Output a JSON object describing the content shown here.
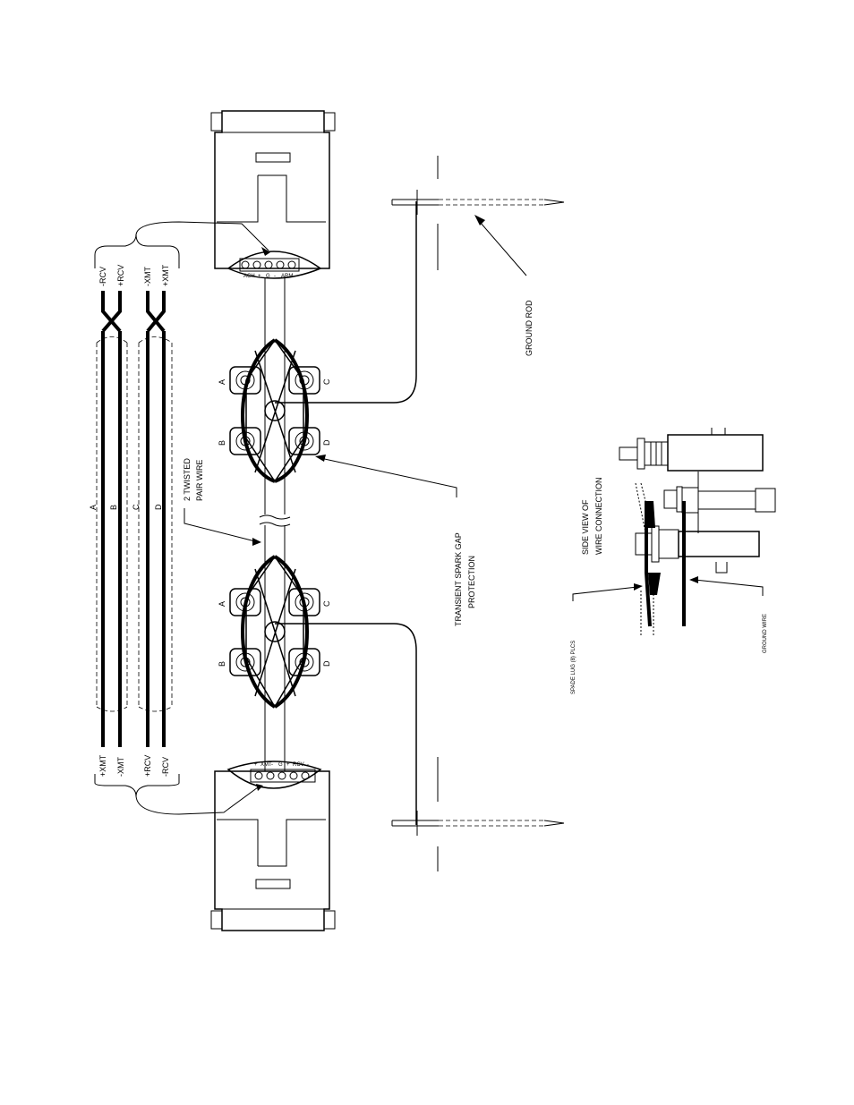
{
  "cable": {
    "label": "2 TWISTED PAIR WIRE",
    "pair_letters": [
      "A",
      "B",
      "C",
      "D"
    ],
    "top_terminals": [
      "-RCV",
      "+RCV",
      "-XMT",
      "+XMT"
    ],
    "bottom_terminals": [
      "+XMT",
      "-XMT",
      "+RCV",
      "-RCV"
    ]
  },
  "units": {
    "top_strip": [
      "ACH",
      "+",
      "G",
      "-",
      "ARM"
    ],
    "bottom_strip": [
      "+",
      "XMT",
      "-",
      "G",
      "+",
      "RCV",
      "-"
    ]
  },
  "protectors": {
    "post_labels": [
      "A",
      "B",
      "C",
      "D"
    ],
    "callout": "TRANSIENT SPARK GAP PROTECTION"
  },
  "ground_rod": {
    "label": "GROUND ROD"
  },
  "side_view": {
    "title": "SIDE VIEW OF WIRE CONNECTION",
    "spade_lug": "SPADE LUG (8) PLCS",
    "ground_wire": "GROUND WIRE"
  }
}
